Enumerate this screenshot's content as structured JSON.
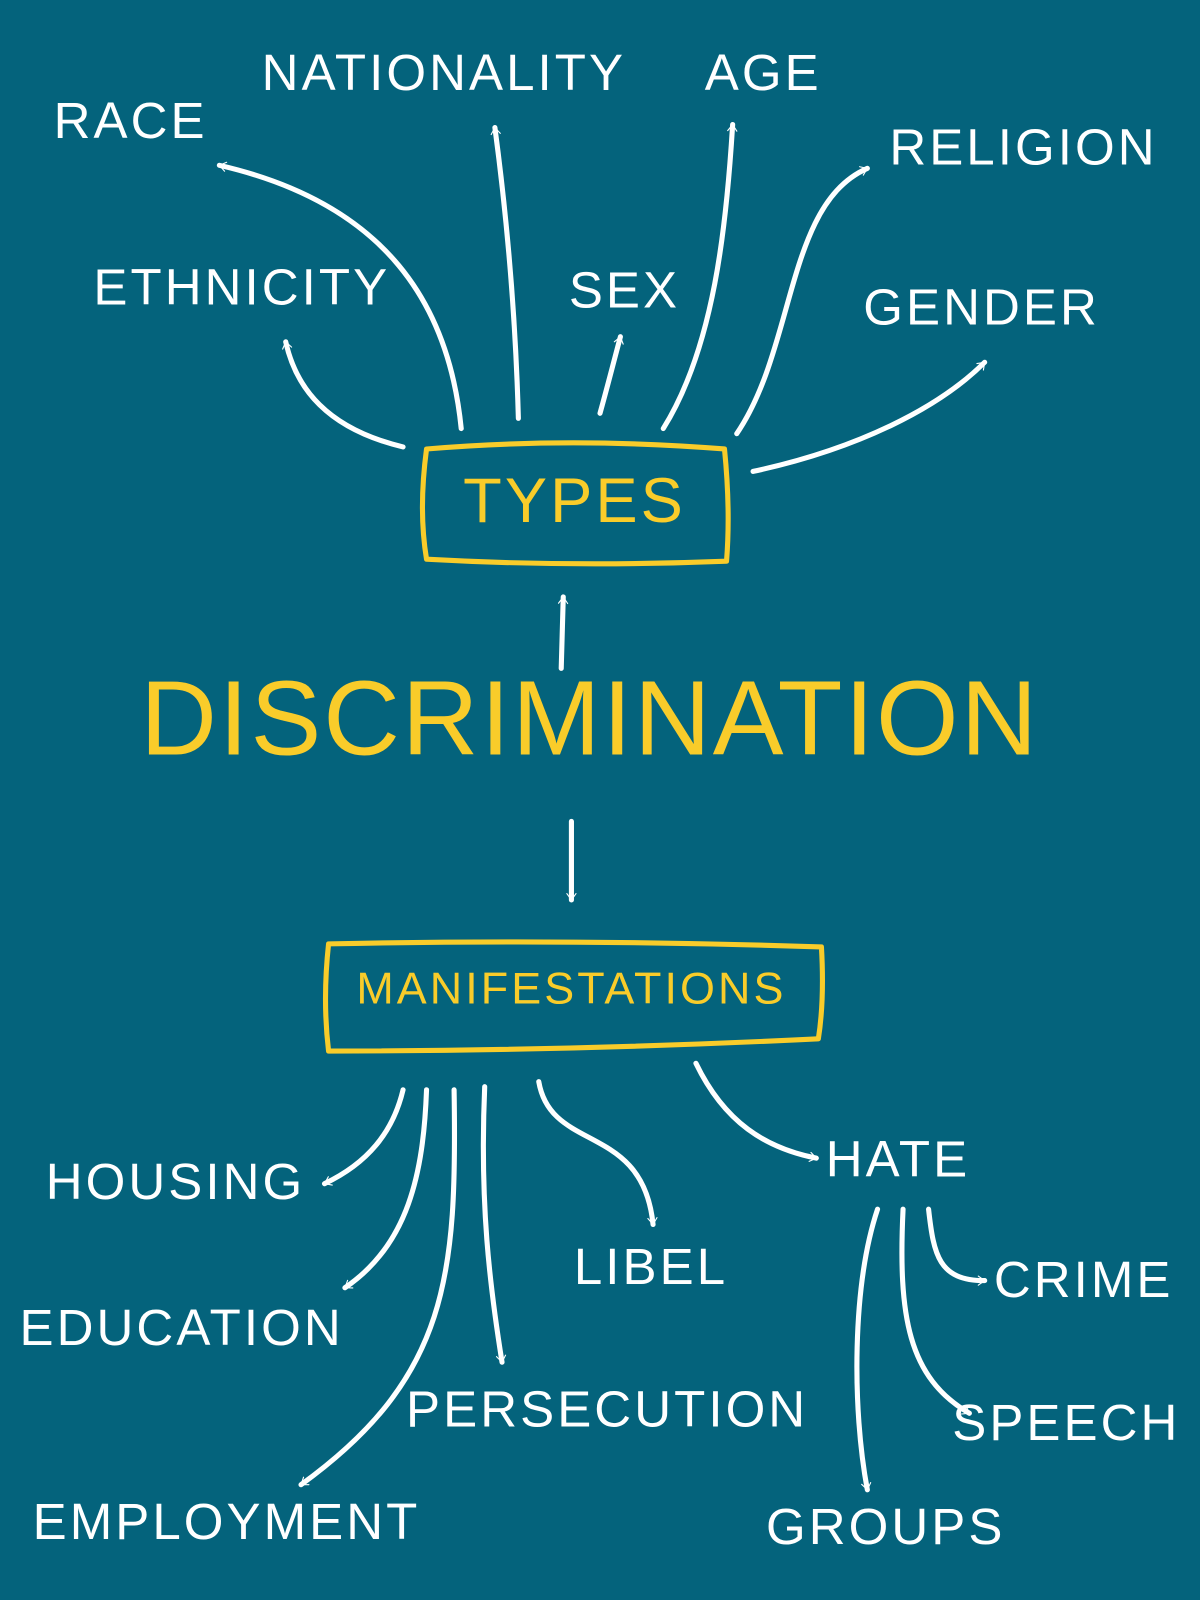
{
  "colors": {
    "background": "#04637c",
    "accent": "#f9cc2a",
    "text": "#ffffff"
  },
  "center": {
    "title": "DISCRIMINATION"
  },
  "types": {
    "label": "TYPES",
    "items": [
      "RACE",
      "NATIONALITY",
      "AGE",
      "RELIGION",
      "ETHNICITY",
      "SEX",
      "GENDER"
    ]
  },
  "manifestations": {
    "label": "MANIFESTATIONS",
    "items": [
      "HOUSING",
      "EDUCATION",
      "EMPLOYMENT",
      "PERSECUTION",
      "LIBEL",
      "HATE"
    ],
    "hate": {
      "label": "HATE",
      "items": [
        "CRIME",
        "SPEECH",
        "GROUPS"
      ]
    }
  }
}
